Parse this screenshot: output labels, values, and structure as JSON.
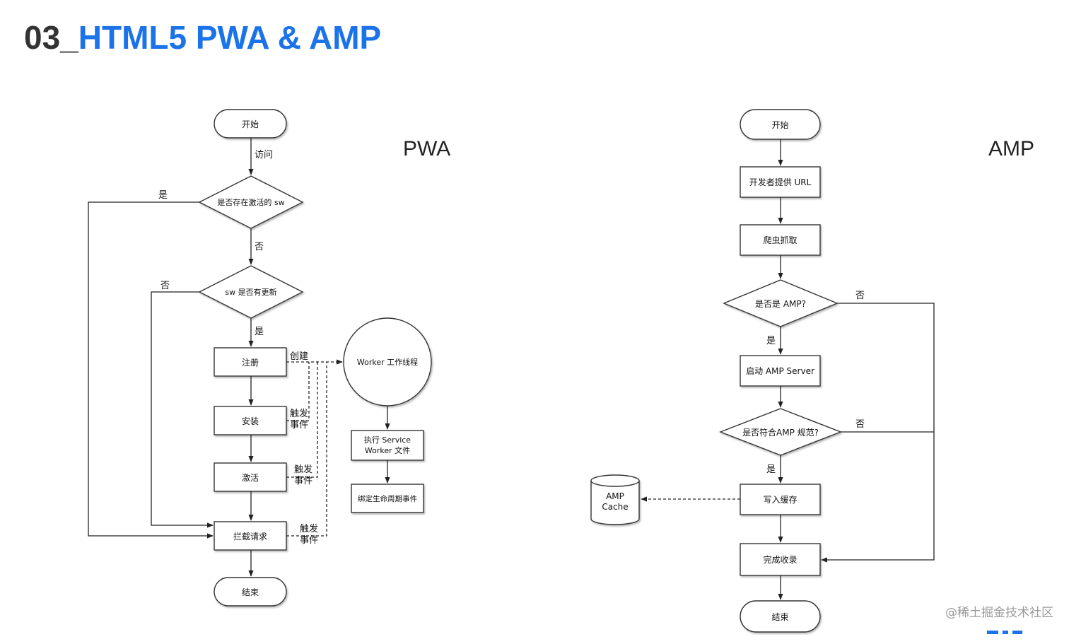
{
  "header": {
    "prefix": "03_",
    "title": "HTML5 PWA & AMP"
  },
  "watermark": "@稀土掘金技术社区",
  "pwa": {
    "label": "PWA",
    "nodes": {
      "start": "开始",
      "has_sw": "是否存在激活的 sw",
      "sw_update": "sw 是否有更新",
      "register": "注册",
      "install": "安装",
      "activate": "激活",
      "intercept": "拦截请求",
      "end": "结束",
      "worker": "Worker 工作线程",
      "exec": "执行 Service Worker 文件",
      "bind": "绑定生命周期事件"
    },
    "edges": {
      "visit": "访问",
      "yes1": "是",
      "no1": "否",
      "no2": "否",
      "yes2": "是",
      "create": "创建",
      "trigger1": "触发\n事件",
      "trigger2": "触发\n事件",
      "trigger3": "触发\n事件"
    }
  },
  "amp": {
    "label": "AMP",
    "nodes": {
      "start": "开始",
      "dev_url": "开发者提供 URL",
      "crawl": "爬虫抓取",
      "is_amp": "是否是 AMP?",
      "amp_server": "启动 AMP Server",
      "conform": "是否符合AMP 规范?",
      "write_cache": "写入缓存",
      "cache": "AMP Cache",
      "done": "完成收录",
      "end": "结束"
    },
    "edges": {
      "no1": "否",
      "yes1": "是",
      "no2": "否",
      "yes2": "是"
    }
  },
  "colors": {
    "accent": "#1a73e8",
    "stroke": "#333333",
    "shadow": "#bbbbbb"
  }
}
